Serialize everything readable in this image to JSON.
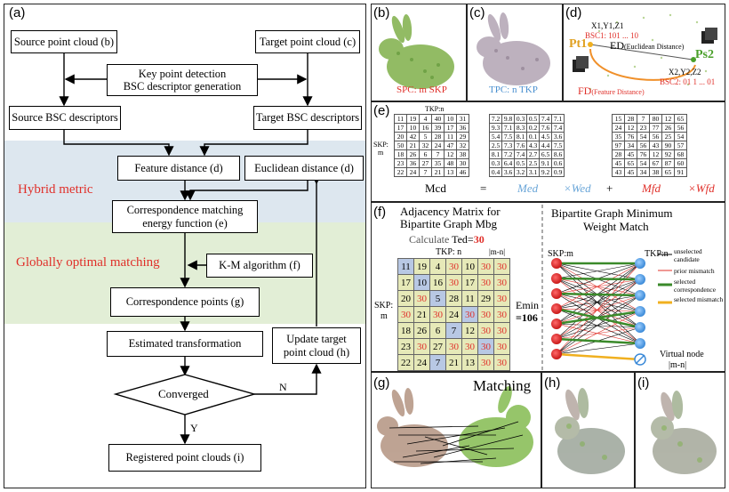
{
  "panel_a": {
    "label": "(a)",
    "source_cloud": "Source point cloud (b)",
    "target_cloud": "Target point cloud (c)",
    "keypoint_line1": "Key point detection",
    "keypoint_line2": "BSC descriptor generation",
    "source_bsc": "Source BSC descriptors",
    "target_bsc": "Target BSC descriptors",
    "feature_distance": "Feature distance (d)",
    "euclidean_distance": "Euclidean distance (d)",
    "hybrid_metric": "Hybrid metric",
    "energy_line1": "Correspondence matching",
    "energy_line2": "energy function (e)",
    "globally_optimal": "Globally optimal matching",
    "km_algorithm": "K-M algorithm (f)",
    "correspondence_points": "Correspondence points (g)",
    "estimated_transformation": "Estimated transformation",
    "update_line1": "Update target",
    "update_line2": "point cloud (h)",
    "converged": "Converged",
    "no": "N",
    "yes": "Y",
    "registered": "Registered point clouds (i)",
    "colors": {
      "hybrid_band": "#dde7ef",
      "optimal_band": "#e2eed6",
      "red_text": "#e0302a"
    }
  },
  "panel_b": {
    "label": "(b)",
    "caption": "SPC: m SKP"
  },
  "panel_c": {
    "label": "(c)",
    "caption": "TPC: n TKP"
  },
  "panel_d": {
    "label": "(d)",
    "p1": "X1,Y1,Z1",
    "bsc1": "BSC1: 101 ... 10",
    "pt1": "Pt1",
    "ed": "ED",
    "ed_note": "(Euclidean Distance)",
    "ps2": "Ps2",
    "p2": "X2,Y2,Z2",
    "bsc2": "BSC2: 01 1 ... 01",
    "fd": "FD",
    "fd_note": "(Feature Distance)"
  },
  "panel_e": {
    "label": "(e)",
    "tkp": "TKP:n",
    "skp": "SKP:",
    "skp_m": "m",
    "mcd": "Mcd",
    "equals": "=",
    "med": "Med",
    "times_wed": "×Wed",
    "plus": "+",
    "mfd": "Mfd",
    "times_wfd": "×Wfd",
    "matrix1": [
      [
        "11",
        "19",
        "4",
        "40",
        "10",
        "31"
      ],
      [
        "17",
        "10",
        "16",
        "39",
        "17",
        "36"
      ],
      [
        "20",
        "42",
        "5",
        "28",
        "11",
        "29"
      ],
      [
        "50",
        "21",
        "32",
        "24",
        "47",
        "32"
      ],
      [
        "18",
        "26",
        "6",
        "7",
        "12",
        "38"
      ],
      [
        "23",
        "36",
        "27",
        "35",
        "48",
        "30"
      ],
      [
        "22",
        "24",
        "7",
        "21",
        "13",
        "46"
      ]
    ],
    "matrix2": [
      [
        "7.2",
        "9.8",
        "0.3",
        "0.5",
        "7.4",
        "7.1"
      ],
      [
        "9.3",
        "7.1",
        "8.3",
        "0.2",
        "7.6",
        "7.4"
      ],
      [
        "5.4",
        "7.5",
        "8.1",
        "0.1",
        "4.5",
        "3.6"
      ],
      [
        "2.5",
        "7.3",
        "7.6",
        "4.3",
        "4.4",
        "7.5"
      ],
      [
        "8.1",
        "7.2",
        "7.4",
        "2.7",
        "6.5",
        "8.6"
      ],
      [
        "0.3",
        "6.4",
        "0.5",
        "2.5",
        "9.1",
        "0.6"
      ],
      [
        "0.4",
        "3.6",
        "3.2",
        "3.1",
        "9.2",
        "0.9"
      ]
    ],
    "matrix3": [
      [
        "15",
        "28",
        "7",
        "80",
        "12",
        "65"
      ],
      [
        "24",
        "12",
        "23",
        "77",
        "26",
        "56"
      ],
      [
        "35",
        "76",
        "54",
        "56",
        "25",
        "54"
      ],
      [
        "97",
        "34",
        "56",
        "43",
        "90",
        "57"
      ],
      [
        "28",
        "45",
        "76",
        "12",
        "92",
        "68"
      ],
      [
        "45",
        "65",
        "54",
        "67",
        "87",
        "60"
      ],
      [
        "43",
        "45",
        "34",
        "38",
        "65",
        "91"
      ]
    ]
  },
  "panel_f": {
    "label": "(f)",
    "title_line1": "Adjacency Matrix for",
    "title_line2": "Bipartite Graph Mbg",
    "calculate": "Calculate",
    "ted": "Ted=",
    "ted_value": "30",
    "tkp": "TKP: n",
    "mn": "|m-n|",
    "skp": "SKP:",
    "skp_m": "m",
    "emin": "Emin",
    "emin_value": "=106",
    "adjacency": [
      [
        "11",
        "19",
        "4",
        "30",
        "10",
        "30",
        "30"
      ],
      [
        "17",
        "10",
        "16",
        "30",
        "17",
        "30",
        "30"
      ],
      [
        "20",
        "30",
        "5",
        "28",
        "11",
        "29",
        "30"
      ],
      [
        "30",
        "21",
        "30",
        "24",
        "30",
        "30",
        "30"
      ],
      [
        "18",
        "26",
        "6",
        "7",
        "12",
        "30",
        "30"
      ],
      [
        "23",
        "30",
        "27",
        "30",
        "30",
        "30",
        "30"
      ],
      [
        "22",
        "24",
        "7",
        "21",
        "13",
        "30",
        "30"
      ]
    ],
    "bipartite_title_line1": "Bipartite Graph Minimum",
    "bipartite_title_line2": "Weight Match",
    "skp_m_label": "SKP:m",
    "tkp_n_label": "TKP:n",
    "legend": {
      "unselected": "unselected candidate",
      "prior": "prior mismatch",
      "selected_corr": "selected correspondence",
      "selected_mis": "selected mismatch"
    },
    "virtual_line1": "Virtual node",
    "virtual_line2": "|m-n|"
  },
  "panel_g": {
    "label": "(g)",
    "title": "Matching"
  },
  "panel_h": {
    "label": "(h)"
  },
  "panel_i": {
    "label": "(i)"
  }
}
